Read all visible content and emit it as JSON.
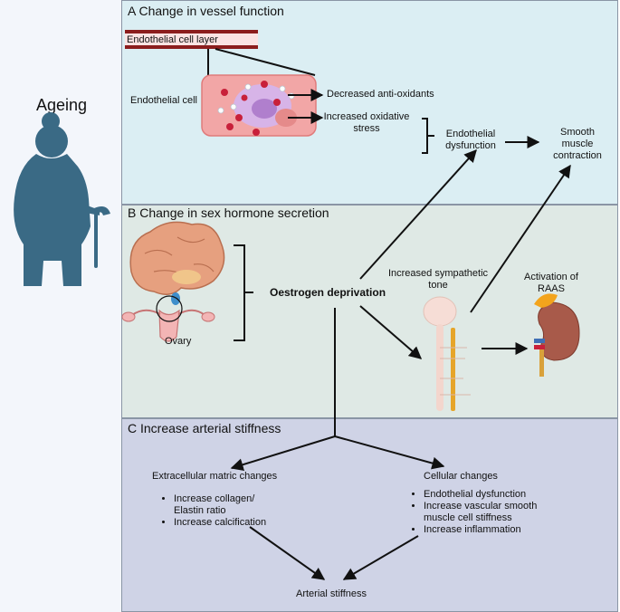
{
  "left": {
    "label": "Ageing"
  },
  "panel_a": {
    "title": "A   Change in vessel function",
    "endothelial_layer": "Endothelial cell layer",
    "endothelial_cell": "Endothelial cell",
    "decreased_antioxidants": "Decreased anti-oxidants",
    "oxidative_stress": "Increased oxidative\nstress",
    "endothelial_dysfunction": "Endothelial\ndysfunction",
    "smooth_muscle": "Smooth\nmuscle\ncontraction"
  },
  "panel_b": {
    "title": "B   Change in sex hormone secretion",
    "ovary": "Ovary",
    "oestrogen": "Oestrogen deprivation",
    "sympathetic": "Increased sympathetic\ntone",
    "raas": "Activation of\nRAAS"
  },
  "panel_c": {
    "title": "C   Increase arterial stiffness",
    "ecm_heading": "Extracellular matric changes",
    "ecm_items": [
      "Increase collagen/\nElastin ratio",
      "Increase calcification"
    ],
    "cellular_heading": "Cellular changes",
    "cellular_items": [
      "Endothelial dysfunction",
      "Increase vascular smooth\nmuscle cell stiffness",
      "Increase inflammation"
    ],
    "arterial_stiffness": "Arterial stiffness"
  },
  "colors": {
    "panel_a": "#dbeef3",
    "panel_b": "#dfe9e5",
    "panel_c": "#cfd3e6",
    "figure": "#3a6a85",
    "vessel": "#8b1d1d",
    "cell": "#f2a6a6",
    "ros": "#c8203a"
  },
  "icons": [
    "elderly-woman-icon",
    "vessel-layer-icon",
    "endothelial-cell-icon",
    "brain-icon",
    "ovary-icon",
    "spinal-cord-icon",
    "kidney-icon"
  ]
}
